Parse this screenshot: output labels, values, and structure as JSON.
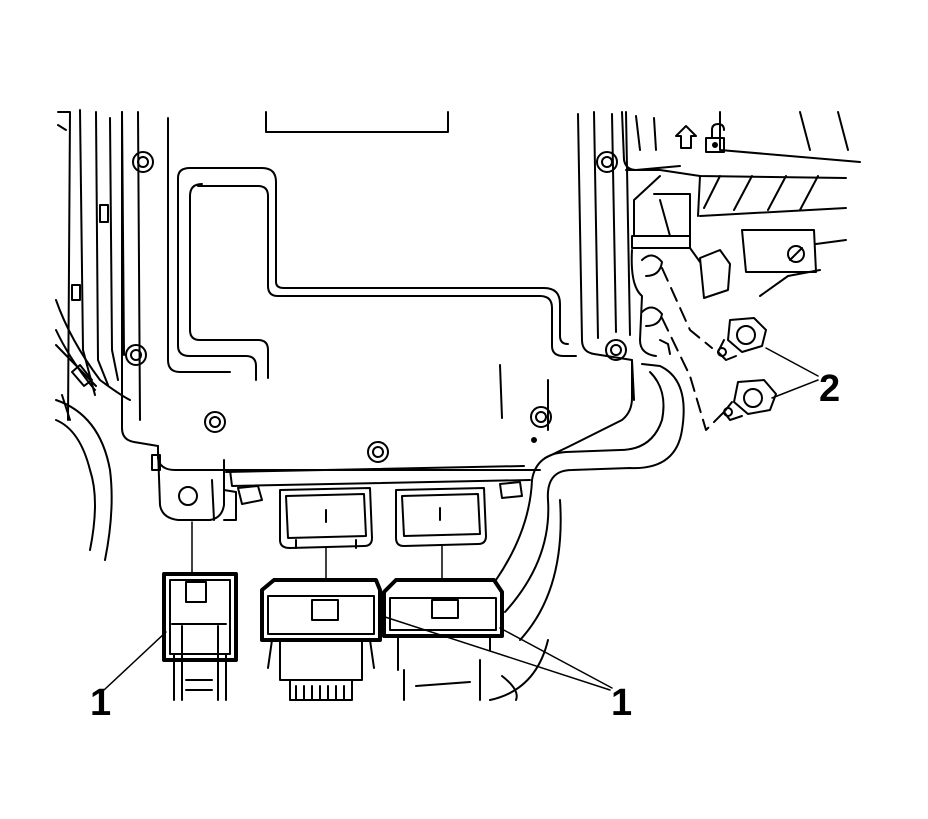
{
  "diagram": {
    "callouts": {
      "connector_left": "1",
      "connectors_right": "1",
      "bolts": "2"
    },
    "colors": {
      "ink": "#000000",
      "paper": "#ffffff"
    },
    "icons": [
      "arrow-up-icon",
      "unlock-icon"
    ]
  }
}
